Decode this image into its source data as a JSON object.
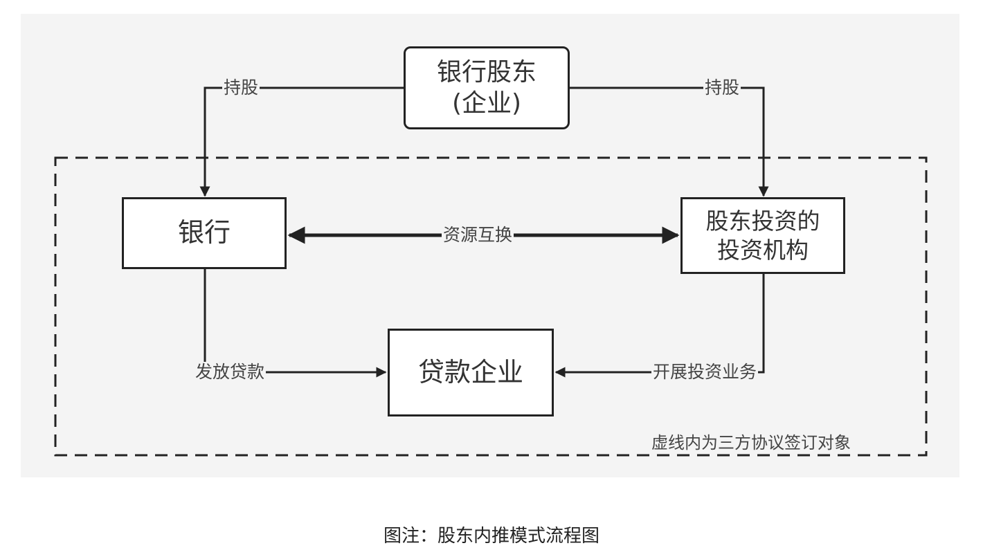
{
  "nodes": {
    "shareholder_line1": "银行股东",
    "shareholder_line2": "(企业)",
    "bank": "银行",
    "investor_line1": "股东投资的",
    "investor_line2": "投资机构",
    "borrower": "贷款企业"
  },
  "edges": {
    "hold_left": "持股",
    "hold_right": "持股",
    "exchange": "资源互换",
    "loan": "发放贷款",
    "invest": "开展投资业务"
  },
  "boundary_note": "虚线内为三方协议签订对象",
  "caption": "图注：股东内推模式流程图"
}
